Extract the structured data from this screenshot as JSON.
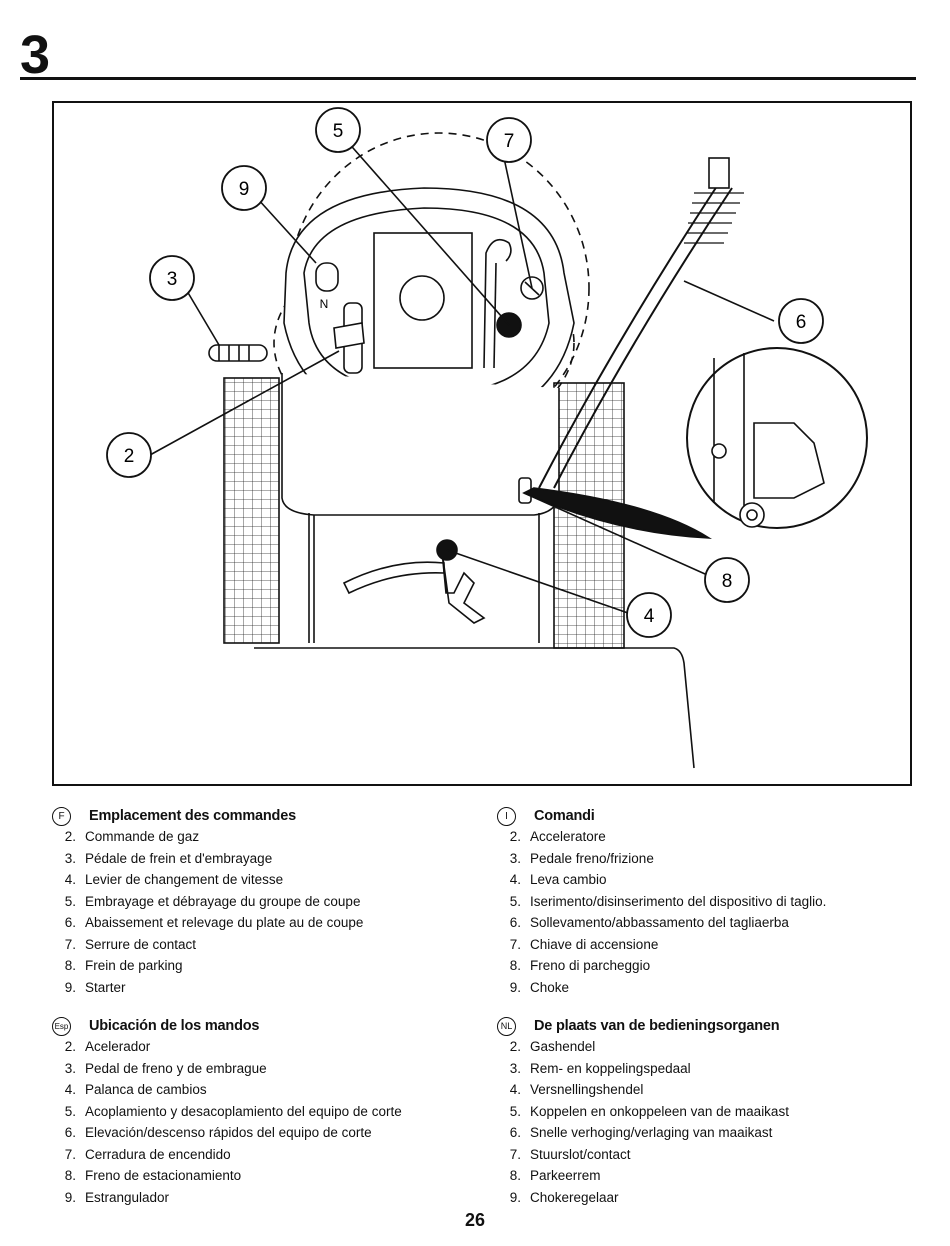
{
  "header": {
    "chapter_number": "3"
  },
  "figure": {
    "callouts": [
      "5",
      "7",
      "9",
      "3",
      "6",
      "2",
      "8",
      "4"
    ],
    "shift_marks": {
      "neutral": "N"
    }
  },
  "sections": {
    "fr": {
      "badge": "F",
      "title": "Emplacement des commandes",
      "items": [
        {
          "num": "2.",
          "text": "Commande de gaz"
        },
        {
          "num": "3.",
          "text": "Pédale de frein et d'embrayage"
        },
        {
          "num": "4.",
          "text": "Levier de changement de vitesse"
        },
        {
          "num": "5.",
          "text": "Embrayage et débrayage du groupe de coupe"
        },
        {
          "num": "6.",
          "text": "Abaissement et relevage du plate au de coupe"
        },
        {
          "num": "7.",
          "text": "Serrure de contact"
        },
        {
          "num": "8.",
          "text": "Frein de parking"
        },
        {
          "num": "9.",
          "text": "Starter"
        }
      ]
    },
    "it": {
      "badge": "I",
      "title": "Comandi",
      "items": [
        {
          "num": "2.",
          "text": "Acceleratore"
        },
        {
          "num": "3.",
          "text": "Pedale freno/frizione"
        },
        {
          "num": "4.",
          "text": "Leva cambio"
        },
        {
          "num": "5.",
          "text": "Iserimento/disinserimento del dispositivo di taglio."
        },
        {
          "num": "6.",
          "text": "Sollevamento/abbassamento del tagliaerba"
        },
        {
          "num": "7.",
          "text": "Chiave di accensione"
        },
        {
          "num": "8.",
          "text": "Freno di parcheggio"
        },
        {
          "num": "9.",
          "text": "Choke"
        }
      ]
    },
    "es": {
      "badge": "Esp",
      "title": "Ubicación de los mandos",
      "items": [
        {
          "num": "2.",
          "text": "Acelerador"
        },
        {
          "num": "3.",
          "text": "Pedal de freno y de embrague"
        },
        {
          "num": "4.",
          "text": "Palanca de cambios"
        },
        {
          "num": "5.",
          "text": "Acoplamiento y desacoplamiento del equipo de corte"
        },
        {
          "num": "6.",
          "text": "Elevación/descenso rápidos del equipo de corte"
        },
        {
          "num": "7.",
          "text": "Cerradura de encendido"
        },
        {
          "num": "8.",
          "text": "Freno de estacionamiento"
        },
        {
          "num": "9.",
          "text": "Estrangulador"
        }
      ]
    },
    "nl": {
      "badge": "NL",
      "title": "De plaats van de bedieningsorganen",
      "items": [
        {
          "num": "2.",
          "text": "Gashendel"
        },
        {
          "num": "3.",
          "text": "Rem- en koppelingspedaal"
        },
        {
          "num": "4.",
          "text": "Versnellingshendel"
        },
        {
          "num": "5.",
          "text": "Koppelen en onkoppeleen van de maaikast"
        },
        {
          "num": "6.",
          "text": "Snelle verhoging/verlaging van maaikast"
        },
        {
          "num": "7.",
          "text": "Stuurslot/contact"
        },
        {
          "num": "8.",
          "text": "Parkeerrem"
        },
        {
          "num": "9.",
          "text": "Chokeregelaar"
        }
      ]
    }
  },
  "footer": {
    "page_number": "26"
  }
}
